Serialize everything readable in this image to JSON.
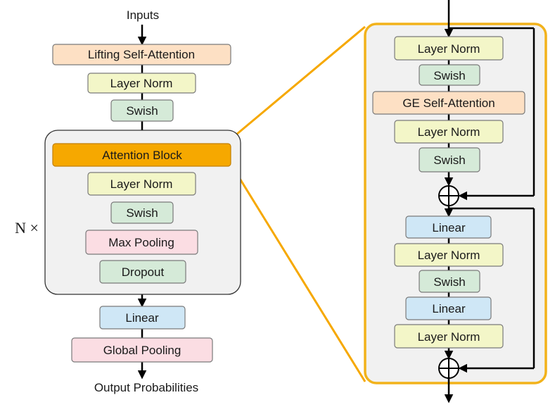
{
  "colors": {
    "orange_light": "#fde0c4",
    "yellow_light": "#f3f6c8",
    "green_light": "#d5ead8",
    "pink_light": "#fbdde3",
    "blue_light": "#cfe7f6",
    "orange_accent": "#f6a800",
    "orange_border": "#f2b21b",
    "panel_gray": "#f1f1f1"
  },
  "left": {
    "input_label": "Inputs",
    "output_label": "Output Probabilities",
    "repeat_label": "N ×",
    "pre_blocks": [
      "Lifting Self-Attention",
      "Layer Norm",
      "Swish"
    ],
    "loop_blocks": [
      "Attention Block",
      "Layer Norm",
      "Swish",
      "Max Pooling",
      "Dropout"
    ],
    "post_blocks": [
      "Linear",
      "Global Pooling"
    ]
  },
  "right": {
    "blocks": [
      "Layer Norm",
      "Swish",
      "GE Self-Attention",
      "Layer Norm",
      "Swish",
      "Linear",
      "Layer Norm",
      "Swish",
      "Linear",
      "Layer Norm"
    ],
    "adder_symbol": "⊕"
  }
}
